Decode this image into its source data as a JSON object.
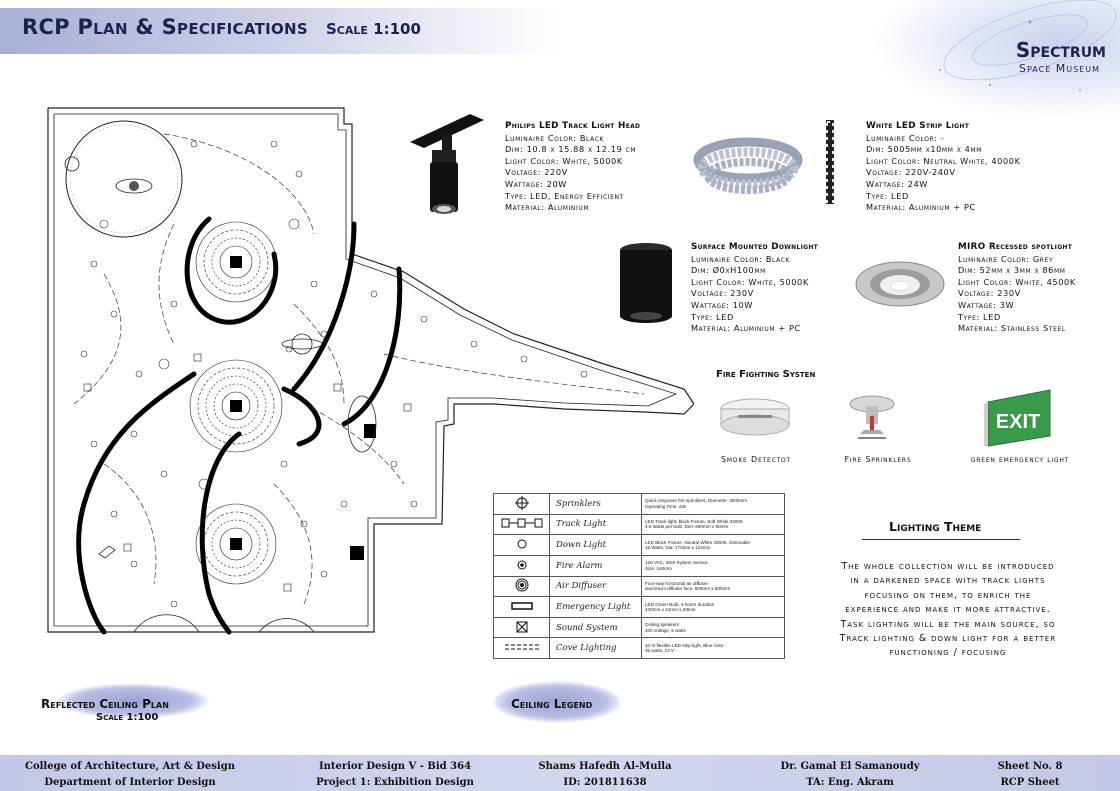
{
  "header": {
    "title": "RCP Plan & Specifications",
    "scale": "Scale 1:100"
  },
  "brand": {
    "name": "Spectrum",
    "subtitle": "Space Museum"
  },
  "products": [
    {
      "title": "Philips LED Track Light Head",
      "lines": [
        "Luminaire Color: Black",
        "Dim: 10.8 x 15.88 x 12.19 cm",
        "Light Color: White, 5000K",
        "Voltage: 220V",
        "Wattage: 20W",
        "Type: LED, Energy Efficient",
        "Material: Aluminium"
      ]
    },
    {
      "title": "White LED Strip Light",
      "lines": [
        "Luminaire Color: -",
        "Dim: 5005mm x10mm x 4mm",
        "Light Color: Neutral White, 4000K",
        "Voltage: 220V-240V",
        "Wattage: 24W",
        "Type: LED",
        "Material: Aluminium + PC"
      ]
    },
    {
      "title": "Surface Mounted Downlight",
      "lines": [
        "Luminaire Color: Black",
        "Dim: Ø0xH100mm",
        "Light Color: White, 5000K",
        "Voltage: 230V",
        "Wattage: 10W",
        "Type: LED",
        "Material: Aluminium + PC"
      ]
    },
    {
      "title": "MIRO Recessed spotlight",
      "lines": [
        "Luminaire Color: Grey",
        "Dim: 52mm x 3mm x 86mm",
        "Light Color: White, 4500K",
        "Voltage: 230V",
        "Wattage: 3W",
        "Type: LED",
        "Material: Stainless Steel"
      ]
    }
  ],
  "fire": {
    "title": "Fire Fighting Systen",
    "items": [
      "Smoke Detectot",
      "Fire Sprinklers",
      "green emergency light"
    ],
    "exit_sign": "EXIT"
  },
  "legend": {
    "title": "Ceiling Legend",
    "rows": [
      {
        "icon": "sprinkler-symbol",
        "name": "Sprinklers",
        "desc": [
          "Quick response fire sprinklers, Diameter: 3000mm",
          "Operating Time: 23s"
        ]
      },
      {
        "icon": "track-light-symbol",
        "name": "Track Light",
        "desc": [
          "LED Track light, black Fixture, Soft White 3400K",
          "4.5 Watts per bulb, Dim: 680mm x 90mm"
        ]
      },
      {
        "icon": "down-light-symbol",
        "name": "Down Light",
        "desc": [
          "LED Black Fixture, Neutral White 4000K, Dimmable",
          "18 Watts, Dia: 170mm x 124mm"
        ]
      },
      {
        "icon": "fire-alarm-symbol",
        "name": "Fire Alarm",
        "desc": [
          "120 VAC, 3SM System Sensor",
          "Size: 160mm"
        ]
      },
      {
        "icon": "air-diffuser-symbol",
        "name": "Air Diffuser",
        "desc": [
          "Four-way horizontal air diffuser",
          "aluminium diffuser face, 500mm x 500mm"
        ]
      },
      {
        "icon": "emergency-light-symbol",
        "name": "Emergency Light",
        "desc": [
          "LED Green Bulb, 3 hours duration",
          "430mm x 41mm x 29mm"
        ]
      },
      {
        "icon": "sound-system-symbol",
        "name": "Sound System",
        "desc": [
          "Ceiling speakers",
          "100 voltage, 8 watts"
        ]
      },
      {
        "icon": "cove-lighting-symbol",
        "name": "Cove Lighting",
        "desc": [
          "10 m flexible LED strip light, Blue color",
          "36 watts, 24 V"
        ]
      }
    ]
  },
  "lighting_theme": {
    "title": "Lighting Theme",
    "lines": [
      "The whole collection will be introduced",
      "in a darkened space with track lights",
      "focusing on them, to enrich the",
      "experience and make it more attractive.",
      "Task lighting will be the main source, so",
      "Track lighting & down light for a better",
      "functioning / focusing"
    ]
  },
  "plan_label": {
    "title": "Reflected Ceiling Plan",
    "scale": "Scale 1:100"
  },
  "footer": [
    {
      "line1": "College of Architecture, Art & Design",
      "line2": "Department of Interior Design"
    },
    {
      "line1": "Interior Design V - Bid 364",
      "line2": "Project 1: Exhibition Design"
    },
    {
      "line1": "Shams Hafedh Al-Mulla",
      "line2": "ID: 201811638"
    },
    {
      "line1": "Dr. Gamal El Samanoudy",
      "line2": "TA: Eng. Akram"
    },
    {
      "line1": "Sheet No. 8",
      "line2": "RCP Sheet"
    }
  ]
}
